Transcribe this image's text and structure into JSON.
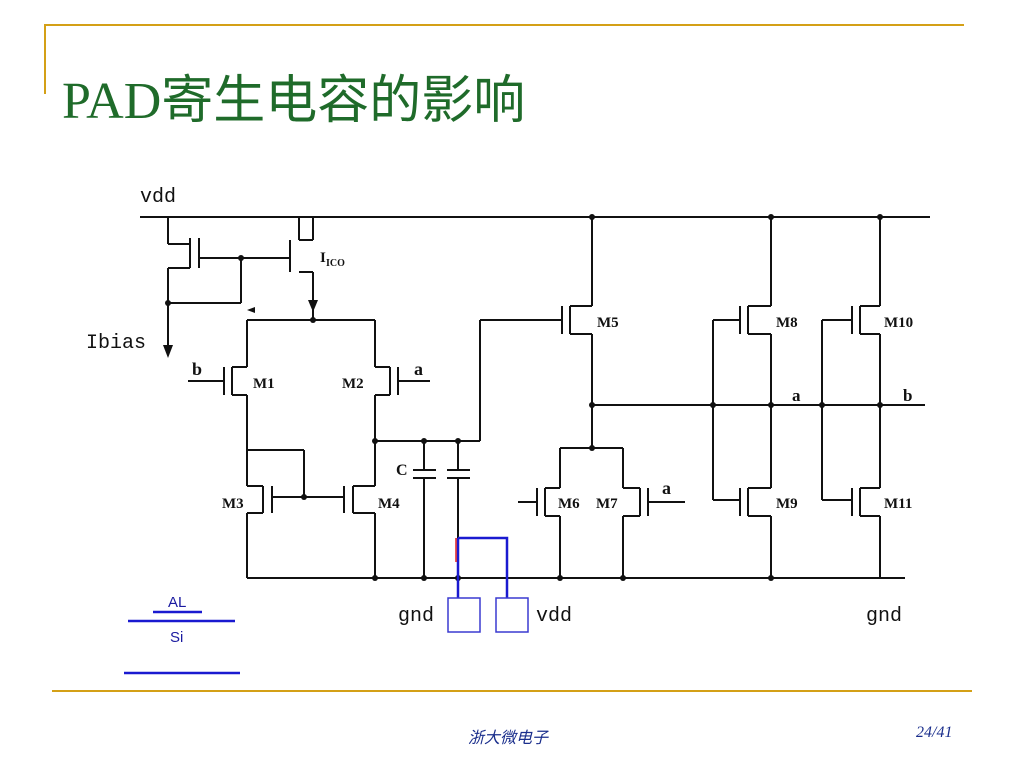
{
  "slide": {
    "title": "PAD寄生电容的影响",
    "footer_center": "浙大微电子",
    "page": "24/41"
  },
  "circuit": {
    "vdd_top": "vdd",
    "ibias": "Ibias",
    "ico": "I",
    "ico_sub": "ICO",
    "b_in": "b",
    "a_in": "a",
    "a_m7": "a",
    "cap": "C",
    "m1": "M1",
    "m2": "M2",
    "m3": "M3",
    "m4": "M4",
    "m5": "M5",
    "m6": "M6",
    "m7": "M7",
    "m8": "M8",
    "m9": "M9",
    "m10": "M10",
    "m11": "M11",
    "node_a": "a",
    "node_b": "b",
    "gnd_left": "gnd",
    "vdd_bottom": "vdd",
    "gnd_right": "gnd"
  },
  "legend": {
    "al": "AL",
    "si": "Si"
  }
}
